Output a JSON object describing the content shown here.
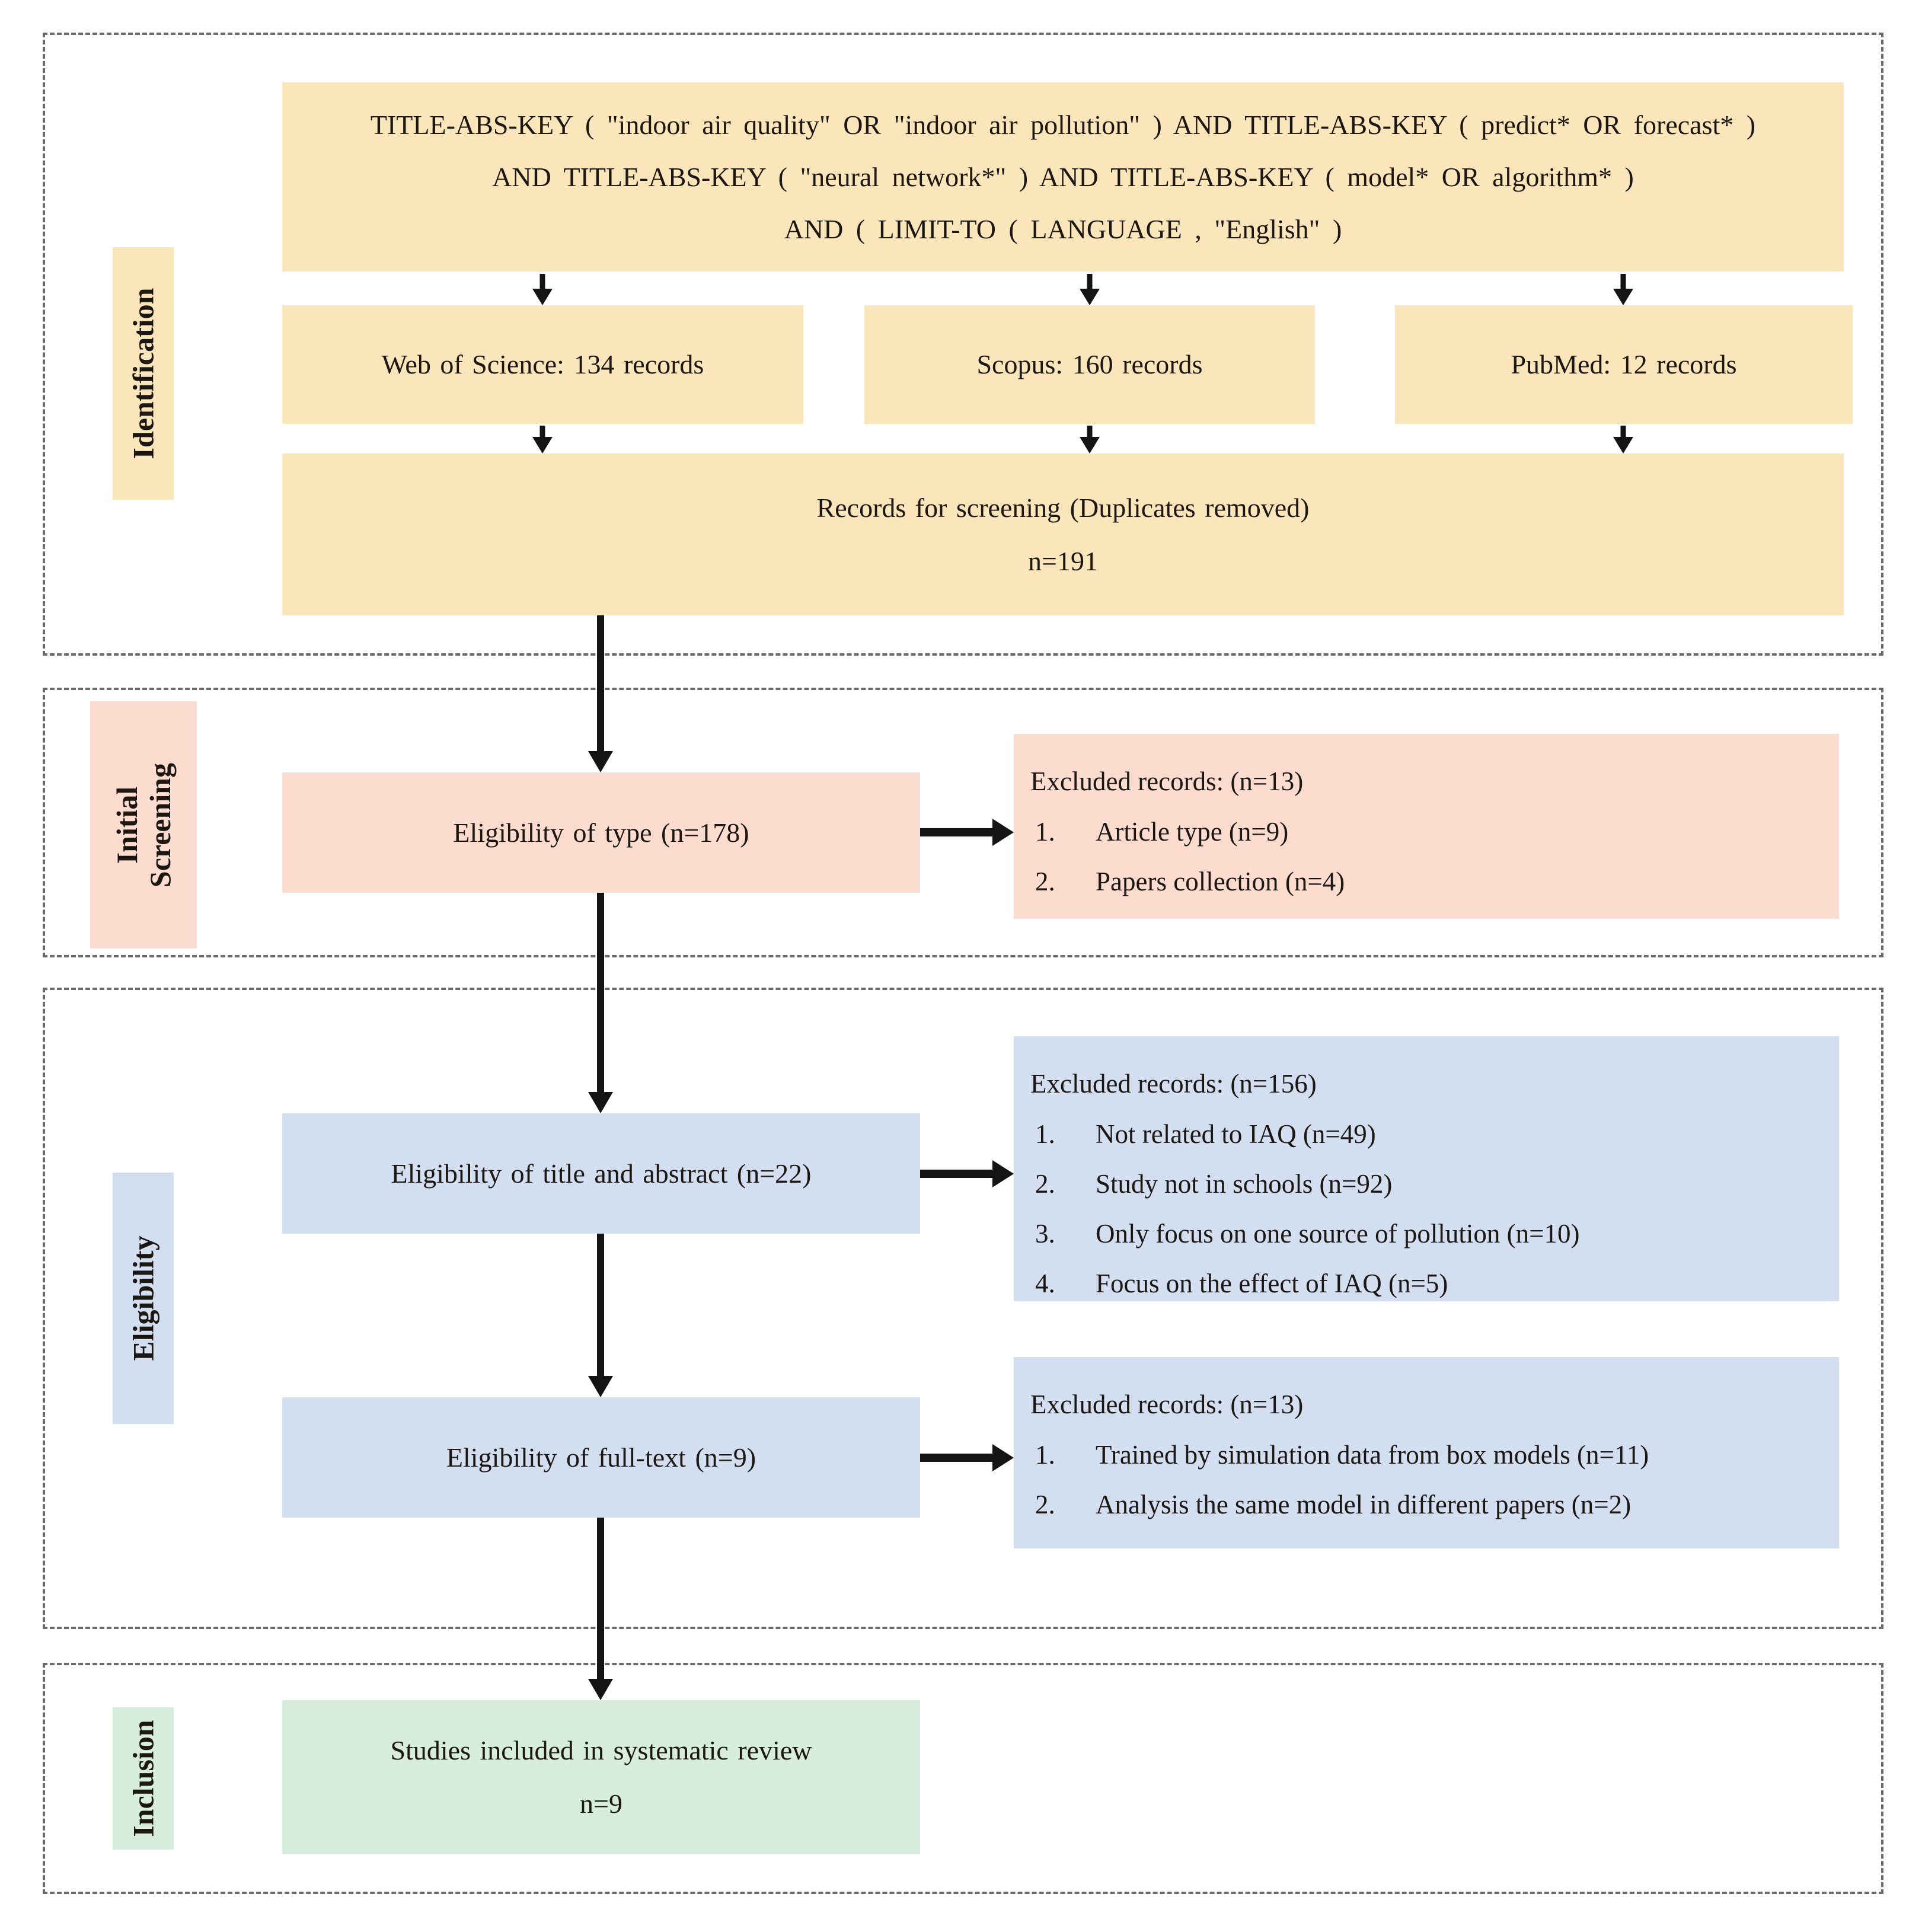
{
  "colors": {
    "yellow": "#FBE5BB",
    "peach": "#FBDCCF",
    "blue": "#D3DFF0",
    "green": "#D7EDDD",
    "arrow": "#141414",
    "border": "#6a6a6a",
    "text": "#1c1712"
  },
  "identification": {
    "label": "Identification",
    "query_lines": [
      "TITLE-ABS-KEY ( \"indoor air quality\"  OR  \"indoor air pollution\" ) AND  TITLE-ABS-KEY ( predict*  OR  forecast* )",
      "AND  TITLE-ABS-KEY ( \"neural network*\" ) AND  TITLE-ABS-KEY ( model*  OR  algorithm* )",
      "AND ( LIMIT-TO ( LANGUAGE , \"English\" )"
    ],
    "databases": [
      {
        "label": "Web of Science: 134 records"
      },
      {
        "label": "Scopus: 160 records"
      },
      {
        "label": "PubMed: 12 records"
      }
    ],
    "dedup": {
      "line1": "Records for screening (Duplicates removed)",
      "line2": "n=191"
    }
  },
  "initial_screening": {
    "label_line1": "Initial",
    "label_line2": "Screening",
    "step": "Eligibility of type (n=178)",
    "excluded": {
      "heading": "Excluded records: (n=13)",
      "items": [
        {
          "num": "1.",
          "text": "Article type (n=9)"
        },
        {
          "num": "2.",
          "text": "Papers collection (n=4)"
        }
      ]
    }
  },
  "eligibility": {
    "label": "Eligibility",
    "step1": "Eligibility of title and abstract (n=22)",
    "excluded1": {
      "heading": "Excluded records: (n=156)",
      "items": [
        {
          "num": "1.",
          "text": "Not related to IAQ (n=49)"
        },
        {
          "num": "2.",
          "text": "Study not in schools (n=92)"
        },
        {
          "num": "3.",
          "text": "Only focus on one source of pollution (n=10)"
        },
        {
          "num": "4.",
          "text": "Focus on the effect of IAQ (n=5)"
        }
      ]
    },
    "step2": "Eligibility of full-text (n=9)",
    "excluded2": {
      "heading": "Excluded records: (n=13)",
      "items": [
        {
          "num": "1.",
          "text": "Trained by simulation data from box models (n=11)"
        },
        {
          "num": "2.",
          "text": "Analysis the same model in different papers (n=2)"
        }
      ]
    }
  },
  "inclusion": {
    "label": "Inclusion",
    "included": {
      "line1": "Studies included in systematic review",
      "line2": "n=9"
    }
  }
}
